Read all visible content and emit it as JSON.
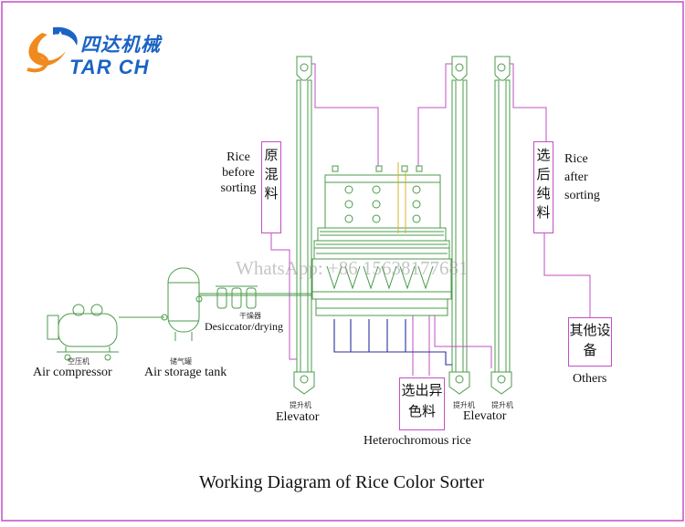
{
  "logo": {
    "chinese": "四达机械",
    "english": "TAR CH"
  },
  "title": "Working Diagram of Rice Color Sorter",
  "watermark": "WhatsApp: +86 15638177681",
  "labels": {
    "rice_before_sorting": "Rice before sorting",
    "rice_before_sorting_cn": "原混料",
    "rice_after_sorting": "Rice after sorting",
    "rice_after_sorting_cn": "选后纯料",
    "others_cn": "其他设备",
    "others": "Others",
    "heterochromous_cn": "选出异色料",
    "heterochromous": "Heterochromous rice",
    "desiccator_cn": "干燥器",
    "desiccator": "Desiccator/drying",
    "air_compressor_cn": "空压机",
    "air_compressor": "Air compressor",
    "air_tank_cn": "储气罐",
    "air_tank": "Air storage tank",
    "elevator_left_cn": "提升机",
    "elevator_left": "Elevator",
    "elevator_right_cn": "提升机",
    "elevator_right": "Elevator",
    "elevator_far_right_cn": "提升机"
  },
  "colors": {
    "outline": "#4b9b4b",
    "pipe": "#c24fc4",
    "discharge": "#2b2fa0",
    "border": "#c24fc4",
    "logo_blue": "#1b63c4",
    "logo_orange": "#f08a1e"
  }
}
